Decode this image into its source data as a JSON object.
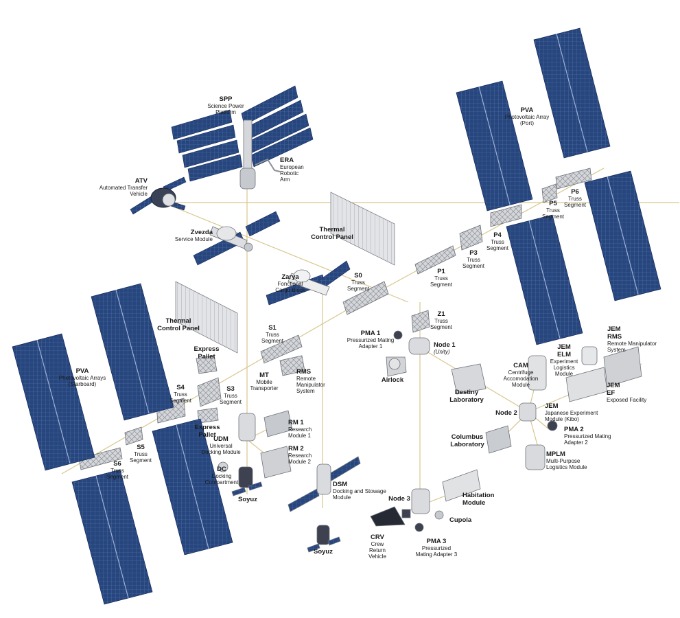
{
  "colors": {
    "panel": "#27467e",
    "panel_dark": "#142a58",
    "panel_grid": "#5a78b0",
    "truss": "#c9ccd1",
    "module": "#d7d9dc",
    "connector": "#d8c68d"
  },
  "labels": {
    "spp": {
      "code": "SPP",
      "desc": [
        "Science Power",
        "Platform"
      ]
    },
    "era": {
      "code": "ERA",
      "desc": [
        "European",
        "Robotic",
        "Arm"
      ]
    },
    "atv": {
      "code": "ATV",
      "desc": [
        "Automated Transfer",
        "Vehicle"
      ]
    },
    "zvezda": {
      "code": "Zvezda",
      "desc": [
        "Service Module"
      ]
    },
    "tcp_top": {
      "code": "Thermal",
      "desc": [
        "Control Panel"
      ]
    },
    "zarya": {
      "code": "Zarya",
      "desc": [
        "Fonctional",
        "Cargo Block"
      ]
    },
    "s0": {
      "code": "S0",
      "desc": [
        "Truss",
        "Segment"
      ]
    },
    "pva_port": {
      "code": "PVA",
      "desc": [
        "Photovoltaic Array",
        "(Port)"
      ]
    },
    "p6": {
      "code": "P6",
      "desc": [
        "Truss",
        "Segment"
      ]
    },
    "p5": {
      "code": "P5",
      "desc": [
        "Truss",
        "Segment"
      ]
    },
    "p4": {
      "code": "P4",
      "desc": [
        "Truss",
        "Segment"
      ]
    },
    "p3": {
      "code": "P3",
      "desc": [
        "Truss",
        "Segment"
      ]
    },
    "p1": {
      "code": "P1",
      "desc": [
        "Truss",
        "Segment"
      ]
    },
    "z1": {
      "code": "Z1",
      "desc": [
        "Truss",
        "Segment"
      ]
    },
    "tcp_left": {
      "code": "Thermal",
      "desc": [
        "Control Panel"
      ]
    },
    "s1": {
      "code": "S1",
      "desc": [
        "Truss",
        "Segment"
      ]
    },
    "pma1": {
      "code": "PMA 1",
      "desc": [
        "Pressurized Mating",
        "Adapter 1"
      ]
    },
    "node1": {
      "code": "Node 1",
      "desc": [
        "(Unity)"
      ]
    },
    "airlock": {
      "code": "Airlock",
      "desc": []
    },
    "jem_rms": {
      "code": "JEM",
      "code2": "RMS",
      "desc": [
        "Remote Manipulator",
        "System"
      ]
    },
    "jem_elm": {
      "code": "JEM",
      "code2": "ELM",
      "desc": [
        "Experiment",
        "Logistics",
        "Module"
      ]
    },
    "cam": {
      "code": "CAM",
      "desc": [
        "Centrifuge",
        "Accomodation",
        "Module"
      ]
    },
    "jem_ef": {
      "code": "JEM",
      "code2": "EF",
      "desc": [
        "Exposed Facility"
      ]
    },
    "express_top": {
      "code": "Express",
      "desc": []
    },
    "express_top2": {
      "code": "Pallet",
      "desc": []
    },
    "mt": {
      "code": "MT",
      "desc": [
        "Mobile",
        "Transporter"
      ]
    },
    "rms": {
      "code": "RMS",
      "desc": [
        "Remote",
        "Manipulator",
        "System"
      ]
    },
    "pva_star": {
      "code": "PVA",
      "desc": [
        "Photovoltaic Arrays",
        "(Starboard)"
      ]
    },
    "s4": {
      "code": "S4",
      "desc": [
        "Truss",
        "Segment"
      ]
    },
    "s3": {
      "code": "S3",
      "desc": [
        "Truss",
        "Segment"
      ]
    },
    "destiny": {
      "code": "Destiny",
      "code2": "Laboratory",
      "desc": []
    },
    "jem": {
      "code": "JEM",
      "desc": [
        "Japanese Experiment",
        "Module (Kibo)"
      ]
    },
    "node2": {
      "code": "Node 2",
      "desc": []
    },
    "express_bot": {
      "code": "Express",
      "desc": []
    },
    "express_bot2": {
      "code": "Pallet",
      "desc": []
    },
    "rm1": {
      "code": "RM 1",
      "desc": [
        "Research",
        "Module 1"
      ]
    },
    "udm": {
      "code": "UDM",
      "desc": [
        "Universal",
        "Docking Module"
      ]
    },
    "pma2": {
      "code": "PMA 2",
      "desc": [
        "Pressurized Mating",
        "Adapter 2"
      ]
    },
    "columbus": {
      "code": "Columbus",
      "code2": "Laboratory",
      "desc": []
    },
    "s5": {
      "code": "S5",
      "desc": [
        "Truss",
        "Segment"
      ]
    },
    "s6": {
      "code": "S6",
      "desc": [
        "Truss",
        "Segment"
      ]
    },
    "rm2": {
      "code": "RM 2",
      "desc": [
        "Research",
        "Module 2"
      ]
    },
    "mplm": {
      "code": "MPLM",
      "desc": [
        "Multi-Purpose",
        "Logistics Module"
      ]
    },
    "dc": {
      "code": "DC",
      "desc": [
        "Docking",
        "Compartment"
      ]
    },
    "dsm": {
      "code": "DSM",
      "desc": [
        "Docking and Stowage",
        "Module"
      ]
    },
    "habitation": {
      "code": "Habitation",
      "code2": "Module",
      "desc": []
    },
    "soyuz_left": {
      "code": "Soyuz",
      "desc": []
    },
    "node3": {
      "code": "Node 3",
      "desc": []
    },
    "cupola": {
      "code": "Cupola",
      "desc": []
    },
    "crv": {
      "code": "CRV",
      "desc": [
        "Crew",
        "Return",
        "Vehicle"
      ]
    },
    "pma3": {
      "code": "PMA 3",
      "desc": [
        "Pressurized",
        "Mating Adapter 3"
      ]
    },
    "soyuz_bottom": {
      "code": "Soyuz",
      "desc": []
    }
  }
}
